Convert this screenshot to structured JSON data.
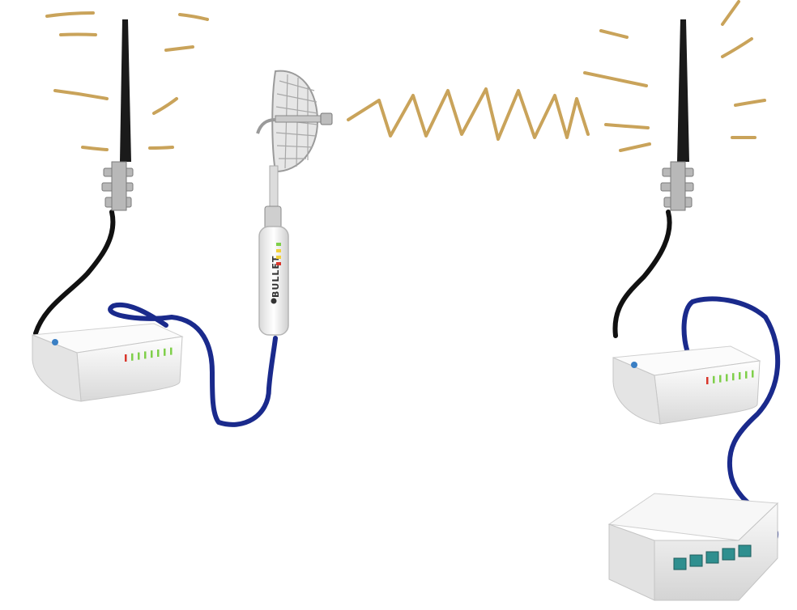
{
  "colors": {
    "background": "#ffffff",
    "radio_wave": "#c9a35a",
    "coax_cable": "#111111",
    "ethernet_cable": "#1a2a8c",
    "device_body": "#f2f2f2",
    "device_shade": "#dcdcdc",
    "led_green": "#7fcf4a",
    "led_red": "#d9362b",
    "antenna": "#1a1a1a",
    "bracket": "#b8b8b8"
  },
  "labels": {
    "bullet_brand": "BULLET"
  },
  "icons": {
    "wave": "zigzag-signal",
    "omni_antenna": "whip-antenna",
    "grid_antenna": "parabolic-grid-antenna",
    "bridge": "outdoor-bullet-radio",
    "router": "wireless-router",
    "switch": "ethernet-switch"
  },
  "diagram": {
    "devices": [
      "left-omni-antenna",
      "left-router",
      "bullet-radio",
      "grid-antenna",
      "right-omni-antenna",
      "right-router",
      "ethernet-switch"
    ],
    "links": [
      {
        "from": "left-omni-antenna",
        "to": "left-router",
        "kind": "coax"
      },
      {
        "from": "left-router",
        "to": "bullet-radio",
        "kind": "ethernet"
      },
      {
        "from": "bullet-radio",
        "to": "grid-antenna",
        "kind": "direct"
      },
      {
        "from": "grid-antenna",
        "to": "right-omni-antenna",
        "kind": "wireless"
      },
      {
        "from": "right-omni-antenna",
        "to": "right-router",
        "kind": "coax"
      },
      {
        "from": "right-router",
        "to": "ethernet-switch",
        "kind": "ethernet"
      }
    ],
    "router_led_count": 8,
    "switch_port_count": 5
  }
}
